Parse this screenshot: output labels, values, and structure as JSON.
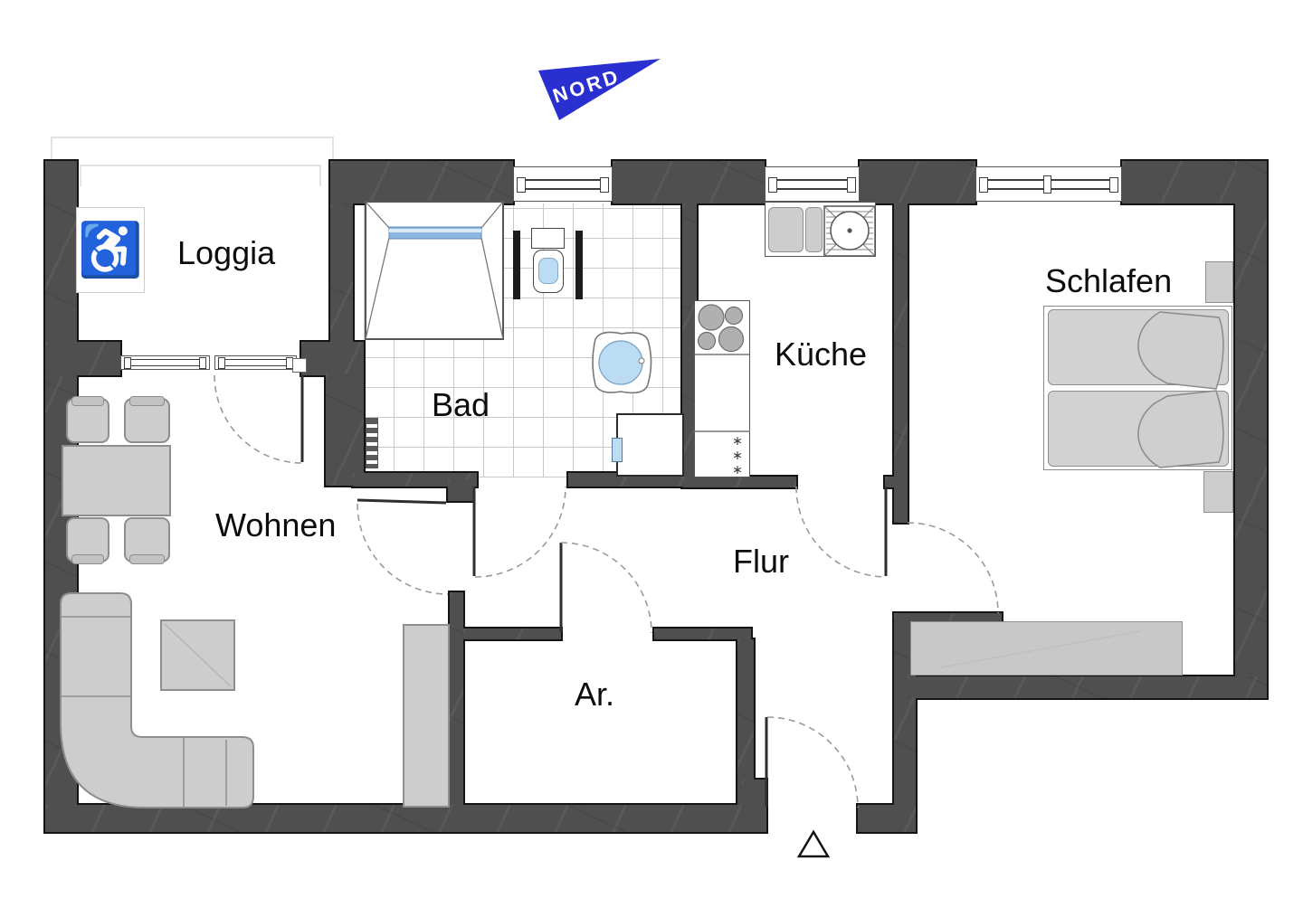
{
  "compass": {
    "label": "NORD"
  },
  "rooms": {
    "loggia": {
      "label": "Loggia"
    },
    "bad": {
      "label": "Bad"
    },
    "kueche": {
      "label": "Küche"
    },
    "schlafen": {
      "label": "Schlafen"
    },
    "wohnen": {
      "label": "Wohnen"
    },
    "flur": {
      "label": "Flur"
    },
    "abstellraum": {
      "label": "Ar."
    }
  },
  "symbols": {
    "wheelchair_icon": "♿",
    "freezer_stars": "∗∗∗"
  },
  "colors": {
    "wall_fill": "#4f4f4f",
    "wall_outline": "#141414",
    "furniture_fill": "#cdcdcd",
    "furniture_outline": "#8e8e8e",
    "tile_line": "#c9c9c9",
    "water_blue": "#bcdcf3",
    "compass_blue": "#2a30cf",
    "door_arc": "#9a9a9a"
  }
}
